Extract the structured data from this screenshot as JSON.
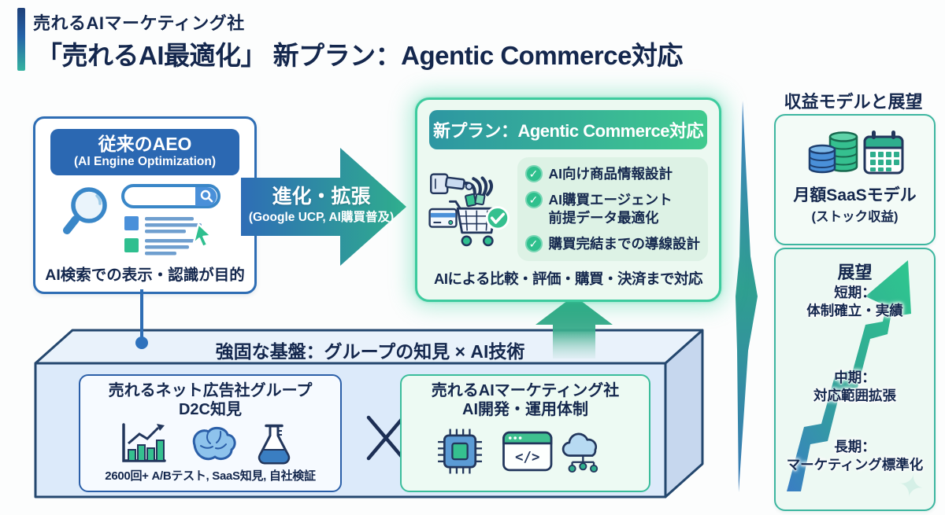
{
  "header": {
    "company": "売れるAIマーケティング社",
    "title": "「売れるAI最適化」 新プラン：Agentic Commerce対応"
  },
  "legacy_box": {
    "title": "従来のAEO",
    "subtitle": "(AI Engine Optimization)",
    "caption": "AI検索での表示・認識が目的"
  },
  "evolution_arrow": {
    "label": "進化・拡張",
    "sublabel": "(Google UCP, AI購買普及)"
  },
  "plan_box": {
    "title": "新プラン：Agentic Commerce対応",
    "features": [
      {
        "line1": "AI向け商品情報設計",
        "line2": ""
      },
      {
        "line1": "AI購買エージェント",
        "line2": "前提データ最適化"
      },
      {
        "line1": "購買完結までの導線設計",
        "line2": ""
      }
    ],
    "check_glyph": "✓",
    "caption": "AIによる比較・評価・購買・決済まで対応"
  },
  "foundation": {
    "title": "強固な基盤：グループの知見 × AI技術",
    "left_box": {
      "title": "売れるネット広告社グループ",
      "subtitle": "D2C知見",
      "caption": "2600回+ A/Bテスト, SaaS知見, 自社検証"
    },
    "right_box": {
      "title": "売れるAIマーケティング社",
      "subtitle": "AI開発・運用体制"
    }
  },
  "revenue": {
    "heading": "収益モデルと展望",
    "model_box": {
      "title": "月額SaaSモデル",
      "subtitle": "(ストック収益)"
    },
    "outlook_box": {
      "title": "展望",
      "milestones": [
        {
          "term": "短期：",
          "desc": "体制確立・実績"
        },
        {
          "term": "中期：",
          "desc": "対応範囲拡張"
        },
        {
          "term": "長期：",
          "desc": "マーケティング標準化"
        }
      ]
    }
  },
  "icons": {
    "code_glyph": "</>",
    "watermark_glyph": "✦"
  },
  "colors": {
    "navy_text": "#14274d",
    "blue_border": "#2e6db4",
    "blue_fill": "#2b68b2",
    "teal_border": "#3dcb9e",
    "mint_bg": "#ecf9f1",
    "green_check": "#2fc08d",
    "gradient_blue": "#2e6db6",
    "gradient_green": "#2fae8d"
  }
}
